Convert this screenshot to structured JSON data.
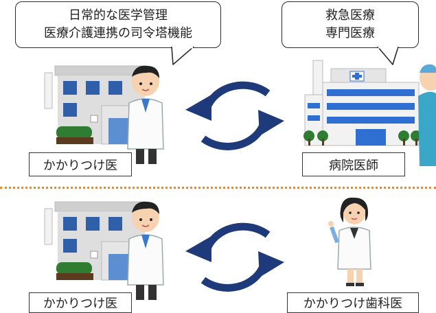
{
  "top_section": {
    "left_bubble": {
      "line1": "日常的な医学管理",
      "line2": "医療介護連携の司令塔機能"
    },
    "right_bubble": {
      "line1": "救急医療",
      "line2": "専門医療"
    },
    "left_label": "かかりつけ医",
    "right_label": "病院医師"
  },
  "bottom_section": {
    "left_label": "かかりつけ医",
    "right_label": "かかりつけ歯科医"
  },
  "colors": {
    "arrow": "#1f3a7a",
    "divider": "#e8862a",
    "building_wall": "#d9d9d9",
    "window": "#2e5fa8",
    "bush": "#2f7d32",
    "hospital_window": "#2e6fd1"
  },
  "icons": {
    "clinic": "clinic-building-icon",
    "hospital": "hospital-building-icon",
    "male_doctor": "male-doctor-icon",
    "female_dentist": "female-dentist-icon",
    "cycle": "cycle-arrows-icon"
  }
}
